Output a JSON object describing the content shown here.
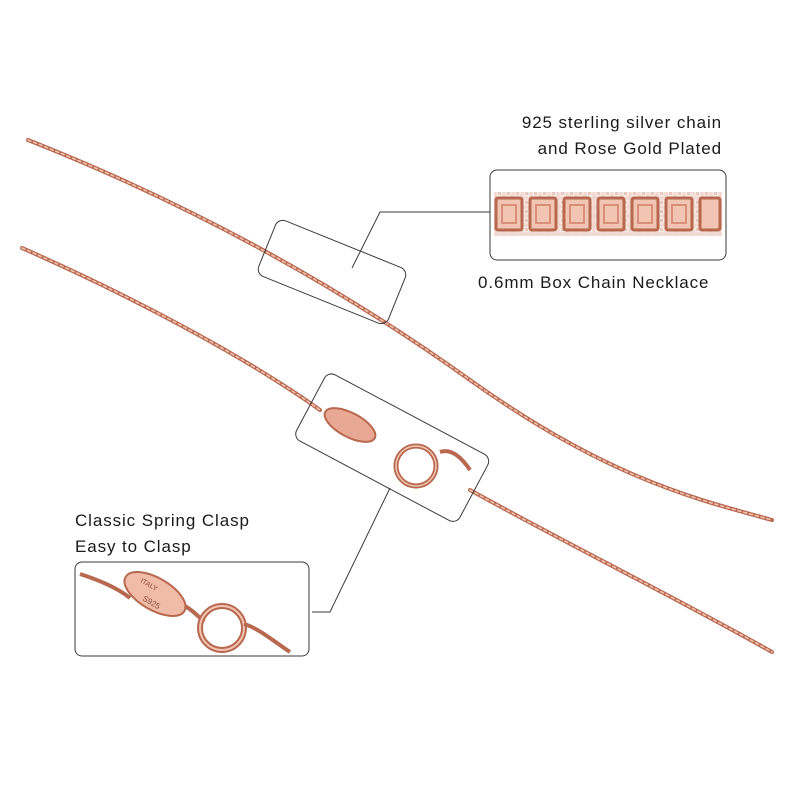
{
  "callouts": {
    "chain": {
      "line1": "925 sterling silver chain",
      "line2": "and Rose Gold Plated",
      "caption": "0.6mm Box Chain Necklace"
    },
    "clasp": {
      "line1": "Classic Spring Clasp",
      "line2": "Easy to Clasp",
      "tag_top": "ITALY",
      "tag_bottom": "S925"
    }
  },
  "colors": {
    "chain": "#d8907a",
    "chain_dark": "#b8684f",
    "chain_light": "#f2c4b2",
    "outline": "#3a3a3a",
    "text": "#1a1a1a"
  }
}
